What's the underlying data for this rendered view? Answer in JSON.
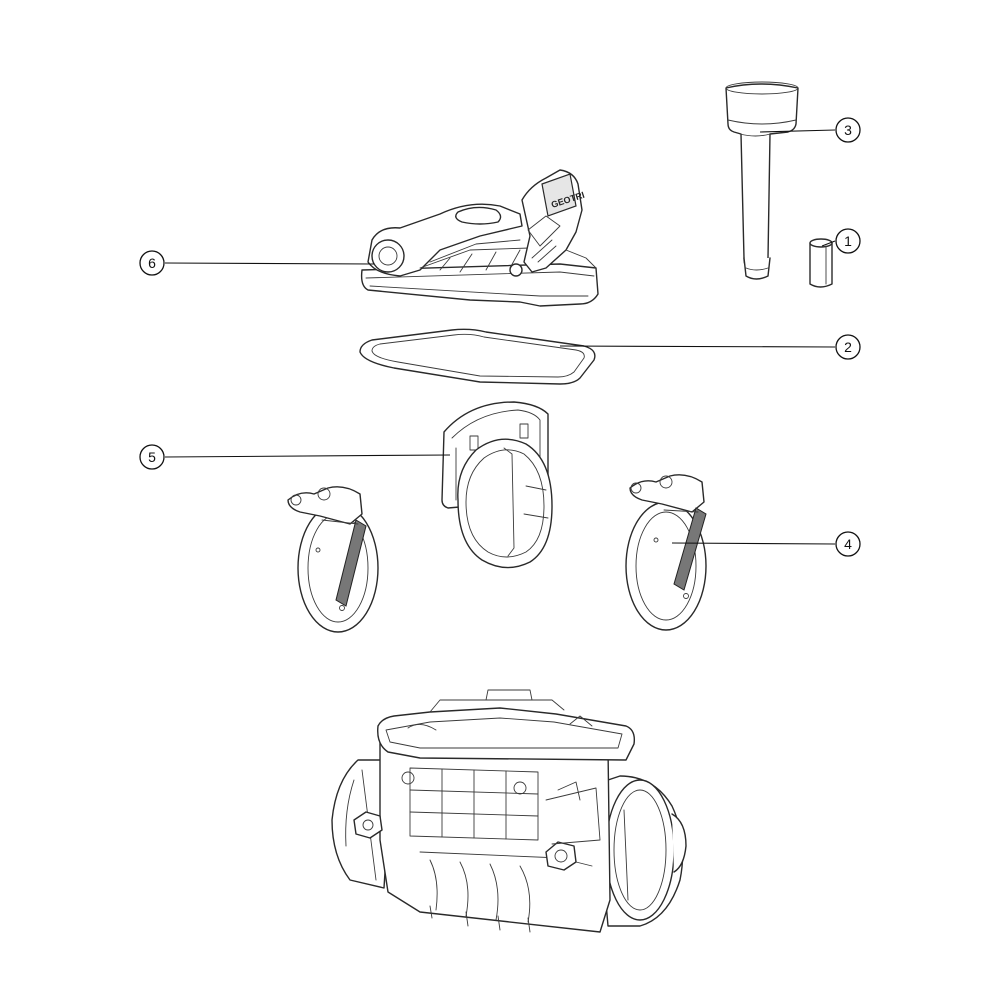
{
  "diagram": {
    "callouts": [
      {
        "id": "callout-1",
        "label": "1"
      },
      {
        "id": "callout-2",
        "label": "2"
      },
      {
        "id": "callout-3",
        "label": "3"
      },
      {
        "id": "callout-4",
        "label": "4"
      },
      {
        "id": "callout-5",
        "label": "5"
      },
      {
        "id": "callout-6",
        "label": "6"
      }
    ],
    "cover_logo": "GEOTRI"
  },
  "colors": {
    "line": "#2a2a2a",
    "background": "#ffffff"
  }
}
